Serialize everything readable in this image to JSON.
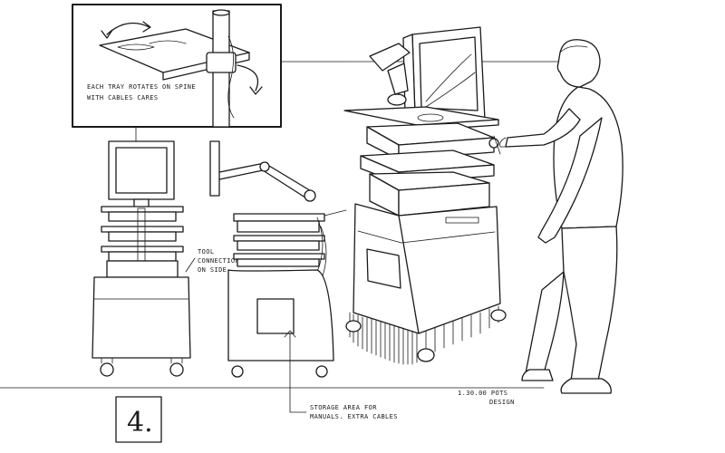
{
  "inset_note": {
    "line1": "EACH TRAY ROTATES ON SPINE",
    "line2": "WITH CABLES CARES"
  },
  "notes": {
    "cable_tab_line1": "TOOL",
    "cable_tab_line2": "CONNECTIONS",
    "cable_tab_line3": "ON SIDE",
    "storage_line1": "STORAGE AREA FOR",
    "storage_line2": "MANUALS. EXTRA CABLES",
    "signature_line1": "1.30.00 POTS",
    "signature_line2": "DESIGN"
  },
  "sheet_number": "4."
}
